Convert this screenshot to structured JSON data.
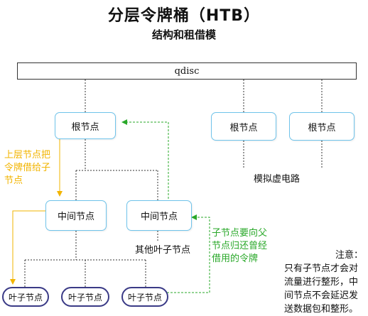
{
  "title": "分层令牌桶（HTB）",
  "subtitle": "结构和租借模",
  "qdisc_label": "qdisc",
  "nodes": {
    "root_main": "根节点",
    "root_2": "根节点",
    "root_3": "根节点",
    "inner_1": "中间节点",
    "inner_2": "中间节点",
    "leaf_1": "叶子节点",
    "leaf_2": "叶子节点",
    "leaf_3": "叶子节点"
  },
  "labels": {
    "virtual_circuit": "模拟虚电路",
    "other_leaves": "其他叶子节点",
    "lend_tokens": [
      "上层节点把",
      "令牌借给子",
      "节点"
    ],
    "return_tokens": [
      "子节点要向父",
      "节点归还曾经",
      "借用的令牌"
    ],
    "note": [
      "注意：",
      "只有子节点才会对",
      "流量进行整形，中",
      "间节点不会延迟发",
      "送数据包和整形。"
    ]
  },
  "colors": {
    "lend_arrow": "#f2b400",
    "return_arrow": "#29a829",
    "node_border": "#6fc3ea",
    "leaf_border": "#3a3a86"
  }
}
